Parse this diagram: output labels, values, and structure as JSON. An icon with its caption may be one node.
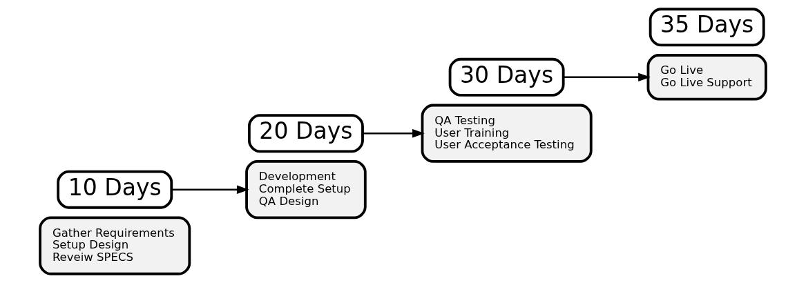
{
  "diagram": {
    "nodes": [
      {
        "text": [
          "Gather Requirements",
          "Setup Design",
          "Reveiw SPECS"
        ]
      },
      {
        "text": [
          "10 Days"
        ]
      },
      {
        "text": [
          "20 Days"
        ]
      },
      {
        "text": [
          "Development",
          "Complete Setup",
          "QA Design"
        ]
      },
      {
        "text": [
          "QA Testing",
          "User Training",
          "User Acceptance Testing"
        ]
      },
      {
        "text": [
          "30 Days"
        ]
      },
      {
        "text": [
          "35 Days"
        ]
      },
      {
        "text": [
          "Go Live",
          "Go Live Support"
        ]
      }
    ],
    "edges": [
      {
        "from": 1,
        "to": 3,
        "arrow": "to"
      },
      {
        "from": 2,
        "to": 4,
        "arrow": "to"
      },
      {
        "from": 5,
        "to": 7,
        "arrow": "to"
      }
    ]
  }
}
